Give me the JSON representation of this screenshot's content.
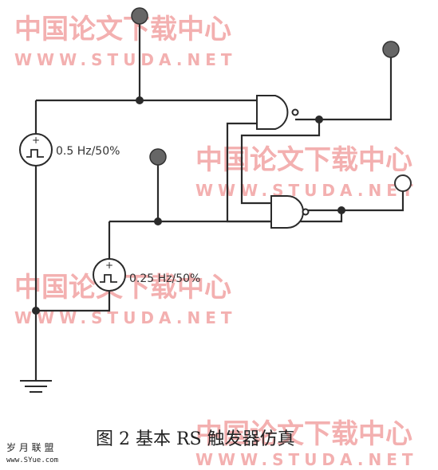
{
  "watermark": {
    "cn": "中国论文下载中心",
    "en": "WWW.STUDA.NET"
  },
  "sources": {
    "source1_label": "0.5 Hz/50%",
    "source2_label": "0.25 Hz/50%"
  },
  "caption": "图 2 基本 RS 触发器仿真",
  "corner_logo": {
    "line1": "岁 月 联 盟",
    "line2": "www.SYue.com"
  },
  "colors": {
    "wire": "#2a2a2a",
    "probe": "#666666",
    "watermark": "#f2a3a3"
  }
}
